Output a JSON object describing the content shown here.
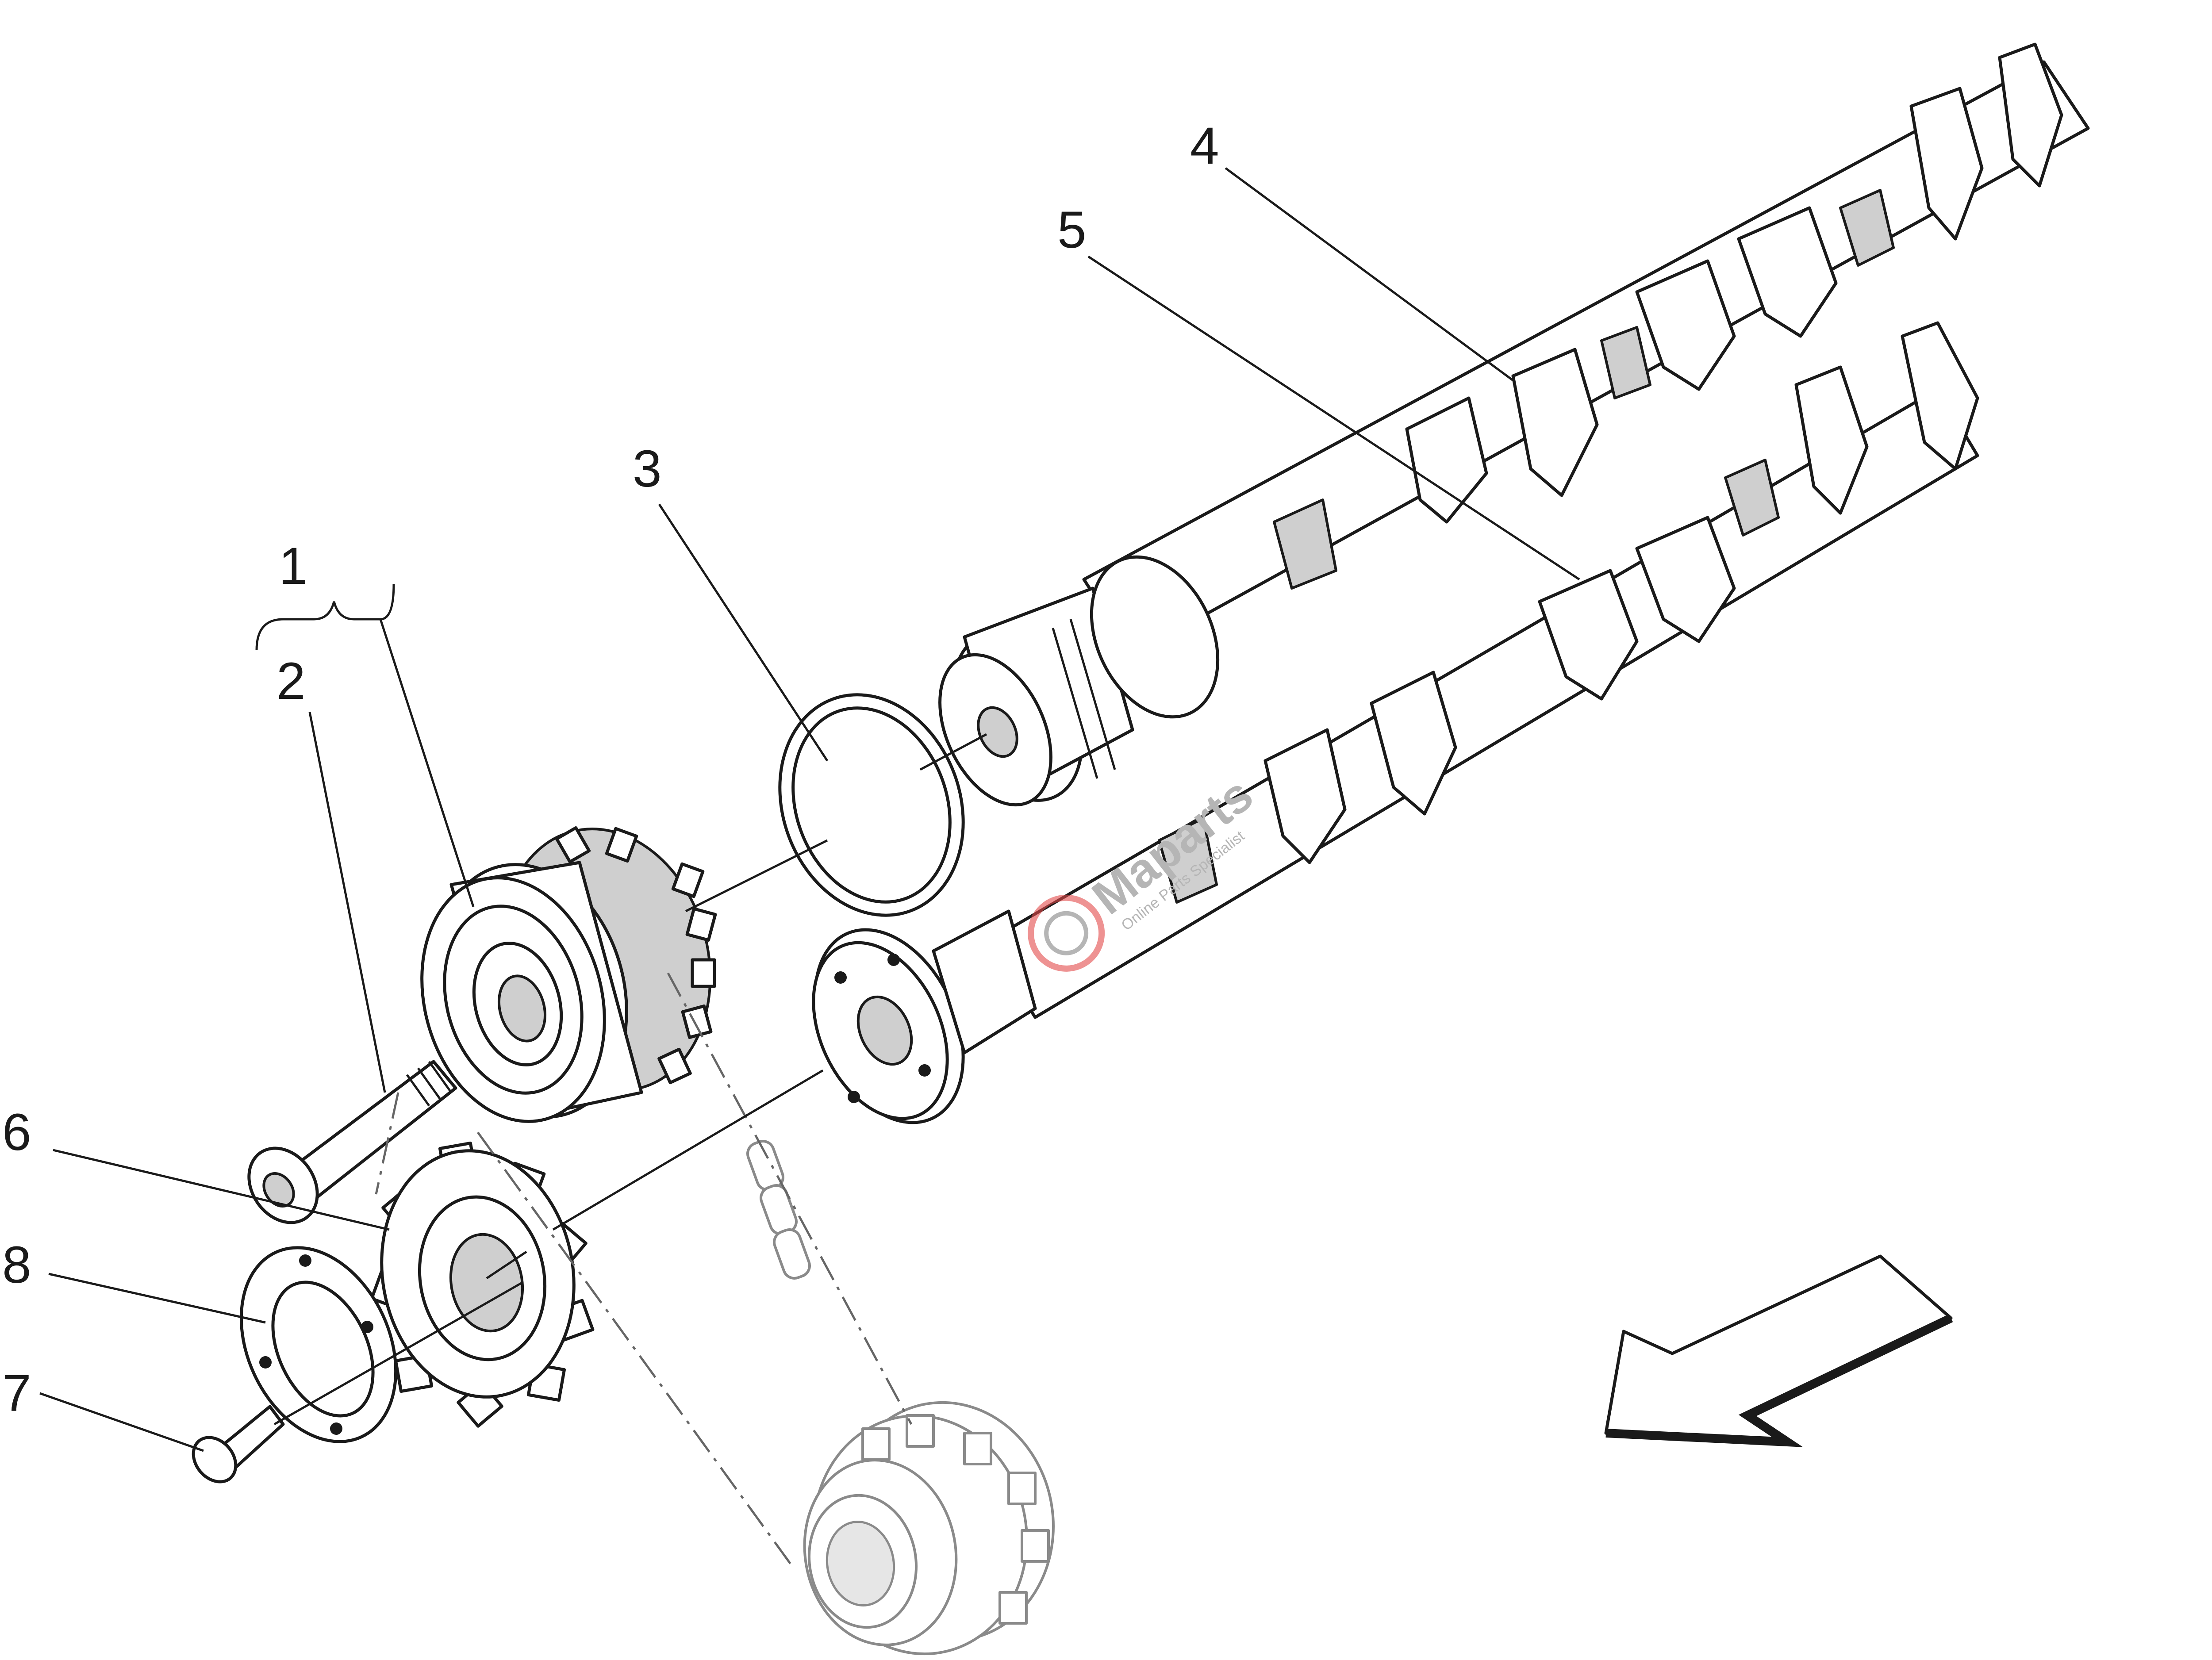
{
  "callouts": [
    {
      "id": "1",
      "text": "1"
    },
    {
      "id": "2",
      "text": "2"
    },
    {
      "id": "3",
      "text": "3"
    },
    {
      "id": "4",
      "text": "4"
    },
    {
      "id": "5",
      "text": "5"
    },
    {
      "id": "6",
      "text": "6"
    },
    {
      "id": "7",
      "text": "7"
    },
    {
      "id": "8",
      "text": "8"
    }
  ],
  "watermark": {
    "brand": "Maparts",
    "tagline": "Online Parts Specialist"
  },
  "colors": {
    "line": "#1a1a1a",
    "shade": "#cfcfcf",
    "watermark": "#b5b5b5",
    "watermark_accent": "#e24a4a"
  }
}
